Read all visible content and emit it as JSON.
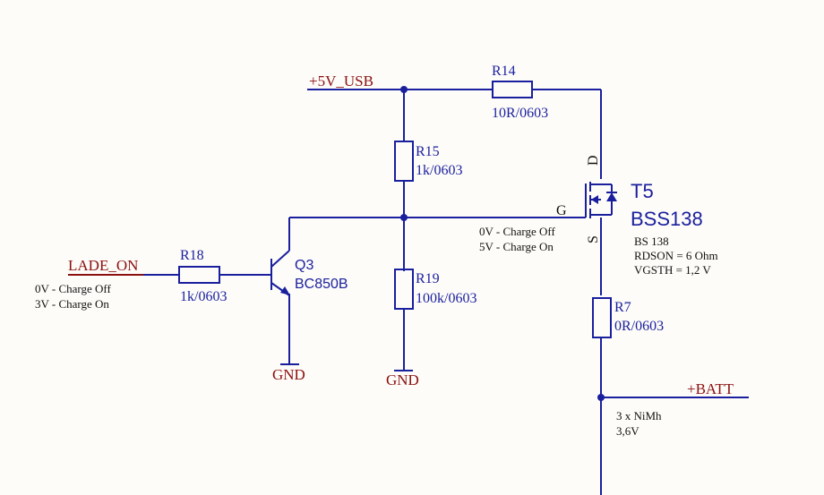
{
  "nets": {
    "usb": "+5V_USB",
    "lade_on": "LADE_ON",
    "batt": "+BATT",
    "gnd_q3": "GND",
    "gnd_r19": "GND"
  },
  "components": {
    "r14": {
      "designator": "R14",
      "value": "10R/0603"
    },
    "r15": {
      "designator": "R15",
      "value": "1k/0603"
    },
    "r18": {
      "designator": "R18",
      "value": "1k/0603"
    },
    "r19": {
      "designator": "R19",
      "value": "100k/0603"
    },
    "r7": {
      "designator": "R7",
      "value": "0R/0603"
    },
    "q3": {
      "designator": "Q3",
      "value": "BC850B"
    },
    "t5": {
      "designator": "T5",
      "value": "BSS138",
      "pins": {
        "drain": "D",
        "gate": "G",
        "source": "S"
      },
      "notes": [
        "BS 138",
        "RDSON = 6 Ohm",
        "VGSTH  = 1,2 V"
      ]
    }
  },
  "notes": {
    "lade_on": [
      "0V - Charge Off",
      "3V - Charge On"
    ],
    "gate": [
      "0V - Charge Off",
      "5V - Charge On"
    ],
    "batt": [
      "3 x NiMh",
      "3,6V"
    ]
  }
}
